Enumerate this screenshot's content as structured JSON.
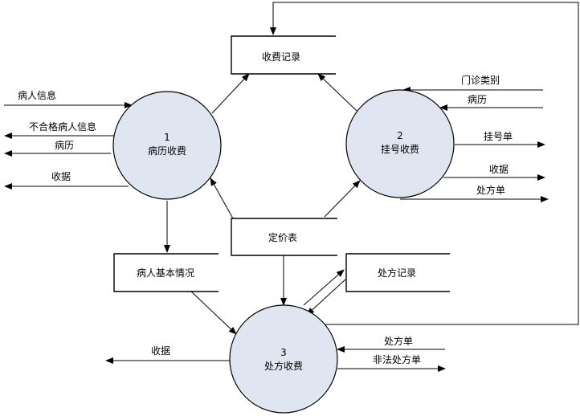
{
  "processes": [
    {
      "number": "1",
      "name": "病历收费"
    },
    {
      "number": "2",
      "name": "挂号收费"
    },
    {
      "number": "3",
      "name": "处方收费"
    }
  ],
  "data_stores": {
    "charge_record": "收费记录",
    "price_table": "定价表",
    "patient_basic_info": "病人基本情况",
    "prescription_record": "处方记录"
  },
  "flows": {
    "patient_info": "病人信息",
    "unqualified_patient_info": "不合格病人信息",
    "medical_record_out": "病历",
    "receipt_1": "收据",
    "clinic_type": "门诊类别",
    "medical_record_in": "病历",
    "registration_slip": "挂号单",
    "receipt_2": "收据",
    "prescription_out": "处方单",
    "receipt_3": "收据",
    "prescription_in": "处方单",
    "illegal_prescription": "非法处方单"
  },
  "colors": {
    "process_fill": "#dfe5f1",
    "line": "#000000"
  }
}
